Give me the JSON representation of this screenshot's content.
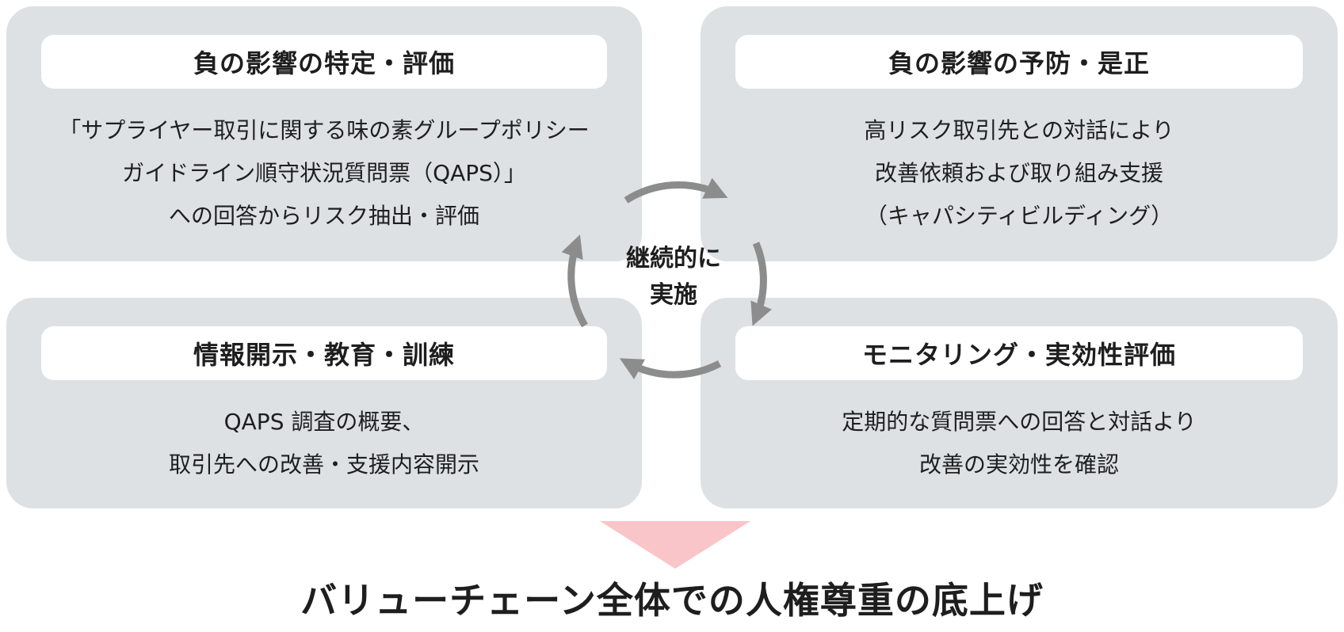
{
  "cards": {
    "identify": {
      "title": "負の影響の特定・評価",
      "lines": [
        "「サプライヤー取引に関する味の素グループポリシー",
        "ガイドライン順守状況質問票（QAPS）」",
        "への回答からリスク抽出・評価"
      ]
    },
    "prevent": {
      "title": "負の影響の予防・是正",
      "lines": [
        "高リスク取引先との対話により",
        "改善依頼および取り組み支援",
        "（キャパシティビルディング）"
      ]
    },
    "disclose": {
      "title": "情報開示・教育・訓練",
      "lines": [
        "QAPS 調査の概要、",
        "取引先への改善・支援内容開示"
      ]
    },
    "monitor": {
      "title": "モニタリング・実効性評価",
      "lines": [
        "定期的な質問票への回答と対話より",
        "改善の実効性を確認"
      ]
    }
  },
  "cycle": {
    "label_lines": [
      "継続的に",
      "実施"
    ],
    "arrow_color": "#8c8c8c"
  },
  "conclusion": {
    "text": "バリューチェーン全体での人権尊重の底上げ",
    "arrow_color": "#f9c5c9"
  },
  "colors": {
    "card_background": "#dde1e4",
    "title_background": "#ffffff",
    "text": "#1e1e1e"
  }
}
